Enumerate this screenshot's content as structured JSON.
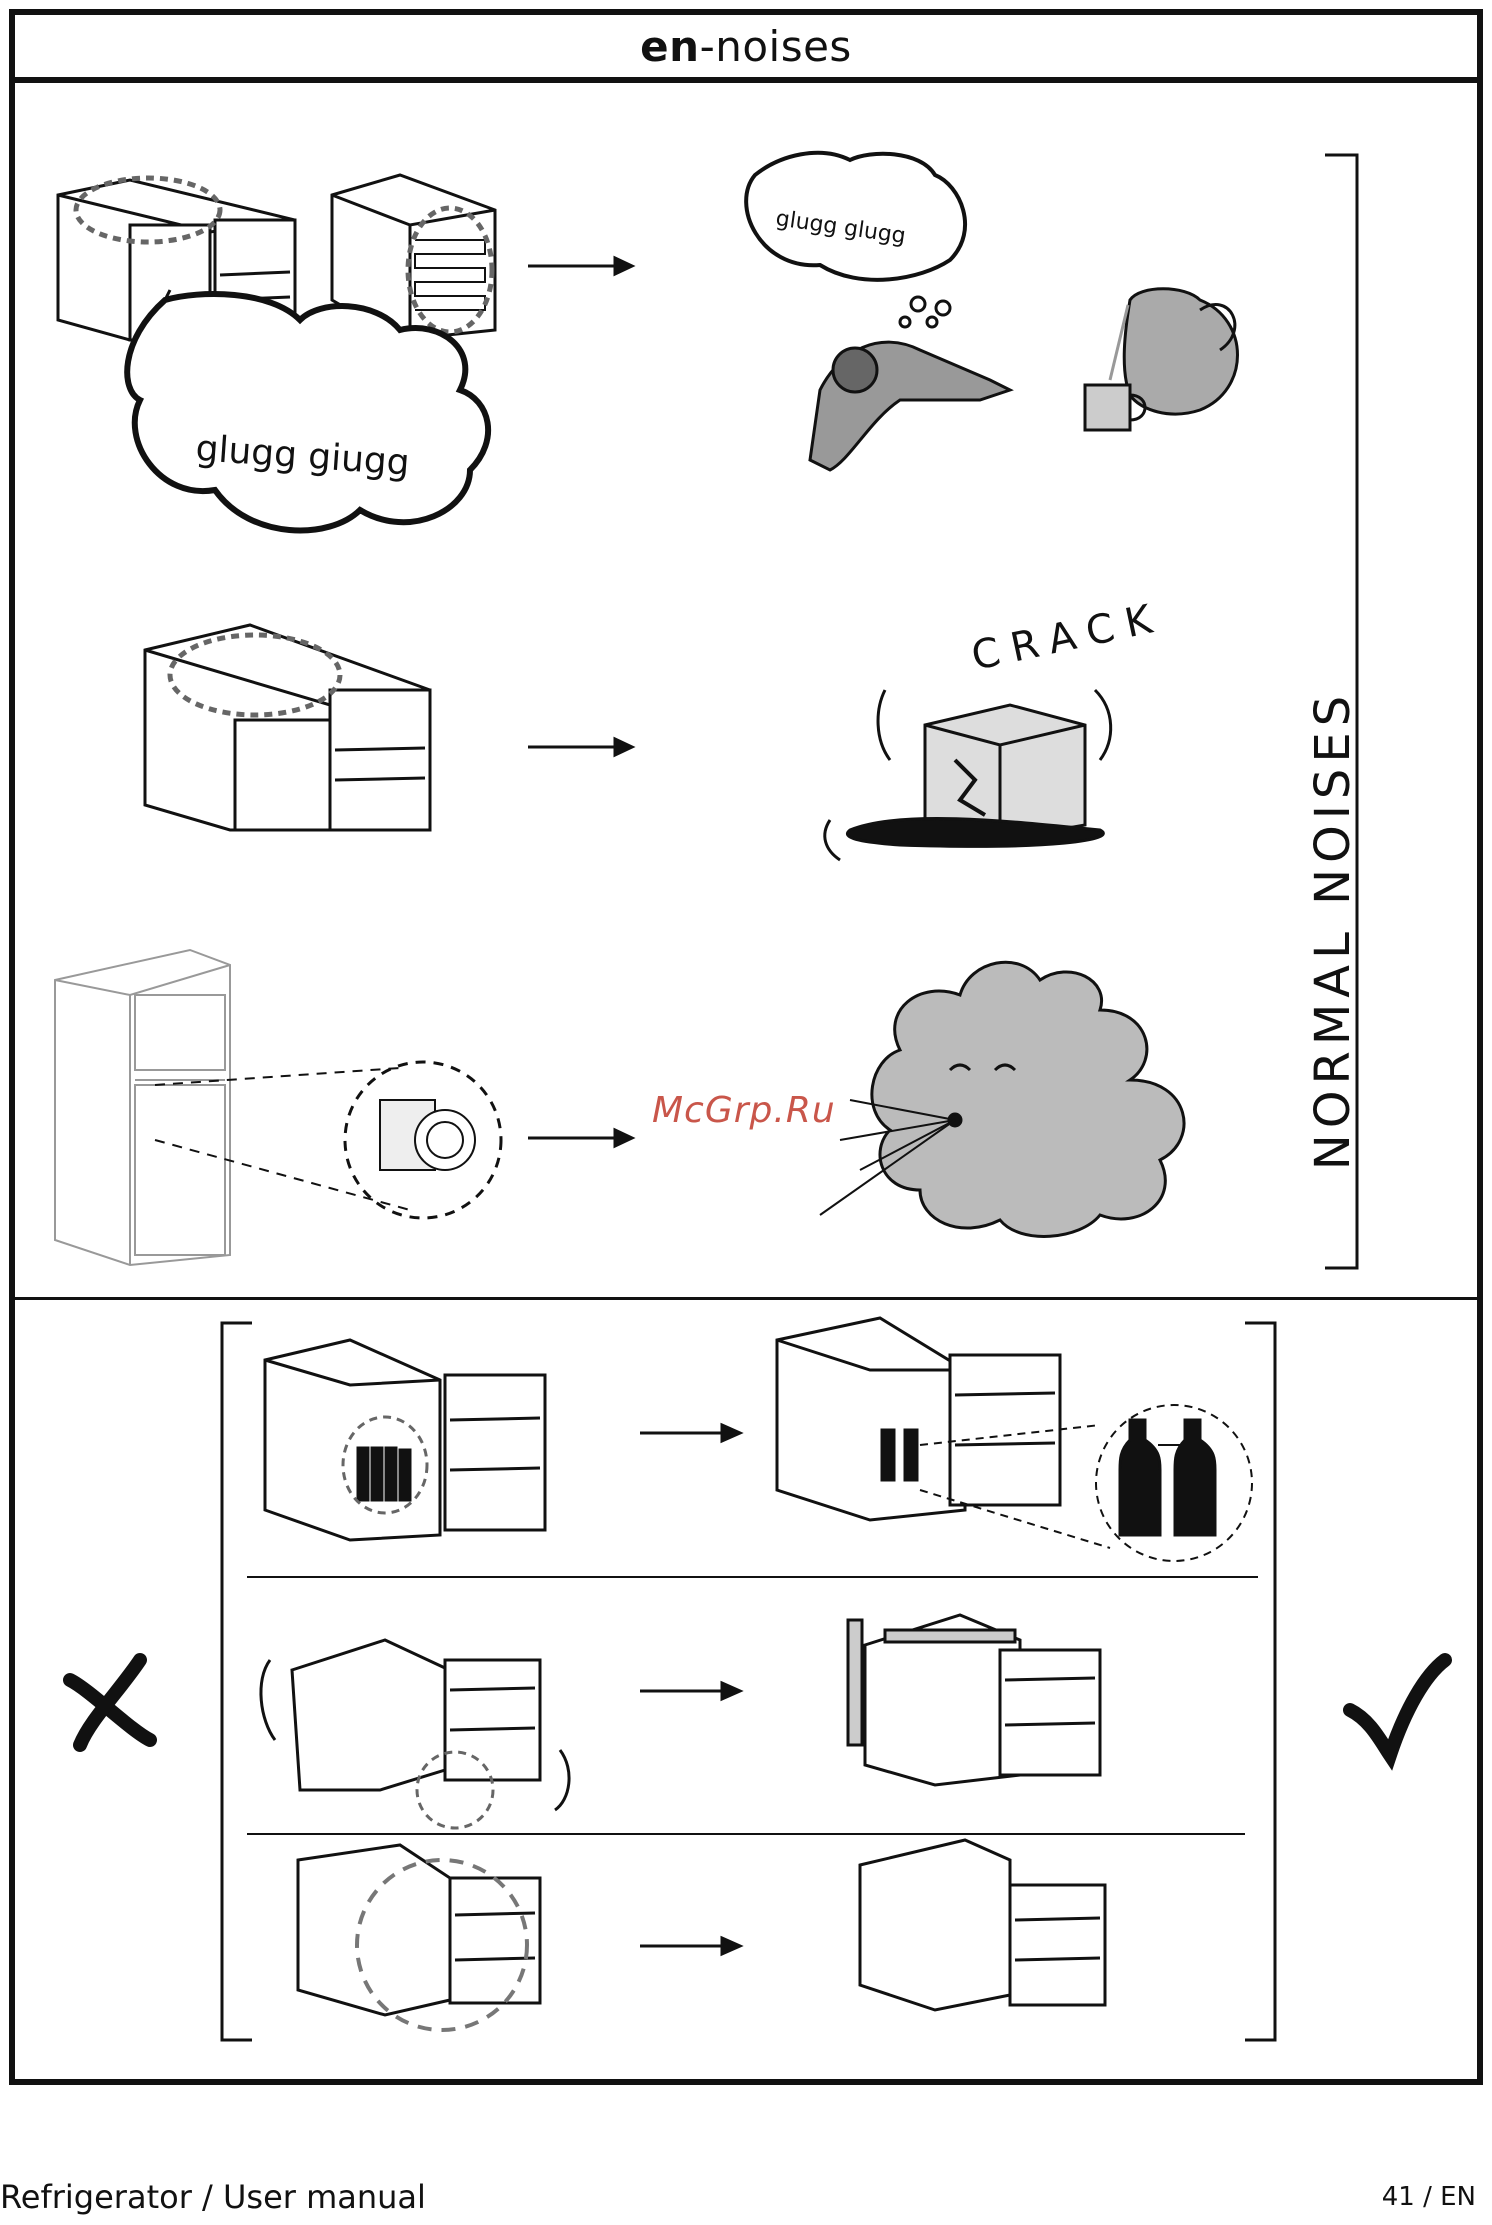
{
  "header": {
    "title_bold": "en",
    "title_rest": "-noises"
  },
  "side_label": "NORMAL NOISES",
  "bubbles": {
    "left": "glugg giugg",
    "right": "glugg glugg"
  },
  "crack_text": "CRACK",
  "watermark": "McGrp.Ru",
  "footer": {
    "left": "Refrigerator / User manual",
    "right": "41  /  EN"
  },
  "colors": {
    "ink": "#111111",
    "watermark": "#c0392b",
    "grey": "#888888"
  }
}
